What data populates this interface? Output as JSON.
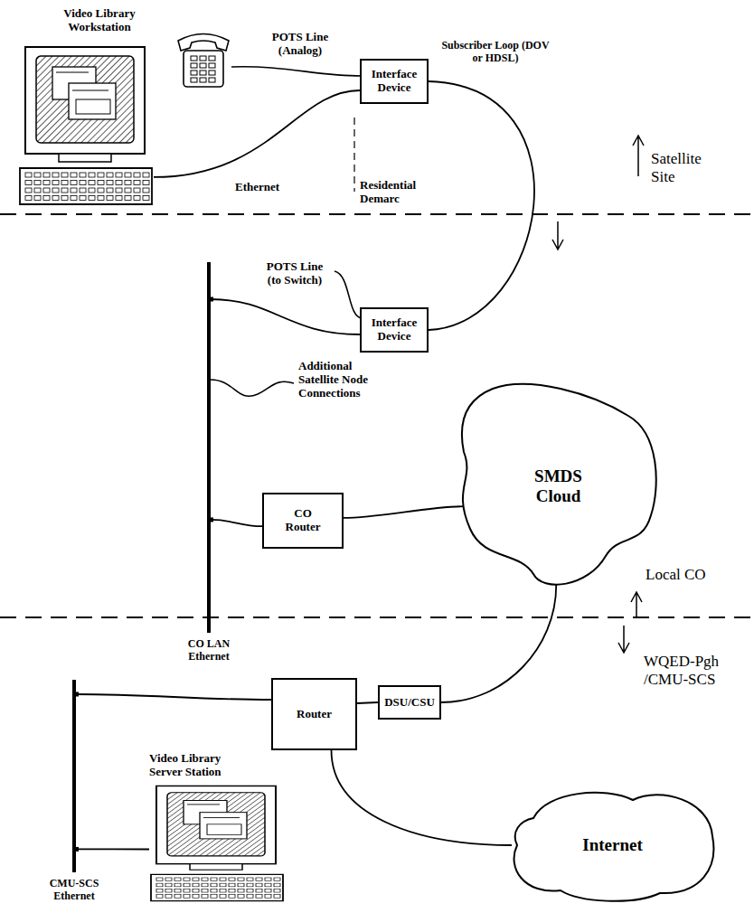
{
  "diagram": {
    "nodes": [
      {
        "text": [
          "Video Library Workstation"
        ]
      },
      {
        "text": [
          "Interface Device"
        ]
      },
      {
        "text": [
          "Interface Device"
        ]
      },
      {
        "text": [
          "CO LAN Ethernet"
        ]
      },
      {
        "text": [
          "CO Router"
        ]
      },
      {
        "text": [
          "SMDS Cloud"
        ]
      },
      {
        "text": [
          "Router"
        ]
      },
      {
        "text": [
          "DSU/CSU"
        ]
      },
      {
        "text": [
          "Internet"
        ]
      },
      {
        "text": [
          "CMU-SCS Ethernet"
        ]
      },
      {
        "text": [
          "Video Library Server Station"
        ]
      }
    ],
    "edges": [
      {
        "from": 0,
        "to": 1,
        "arrow": "none"
      },
      {
        "from": 1,
        "to": 2,
        "arrow": "none"
      },
      {
        "from": 3,
        "to": 2,
        "arrow": "none"
      },
      {
        "from": 3,
        "to": 4,
        "arrow": "none"
      },
      {
        "from": 4,
        "to": 5,
        "arrow": "none"
      },
      {
        "from": 5,
        "to": 7,
        "arrow": "none"
      },
      {
        "from": 7,
        "to": 6,
        "arrow": "none"
      },
      {
        "from": 6,
        "to": 9,
        "arrow": "none"
      },
      {
        "from": 6,
        "to": 8,
        "arrow": "none"
      },
      {
        "from": 9,
        "to": 10,
        "arrow": "none"
      }
    ],
    "labels": [
      "POTS Line (Analog)",
      "Subscriber Loop (DOV or HDSL)",
      "Ethernet",
      "Residential Demarc",
      "Satellite Site",
      "POTS Line (to Switch)",
      "Additional Satellite Node Connections",
      "Local CO",
      "WQED-Pgh /CMU-SCS"
    ]
  }
}
